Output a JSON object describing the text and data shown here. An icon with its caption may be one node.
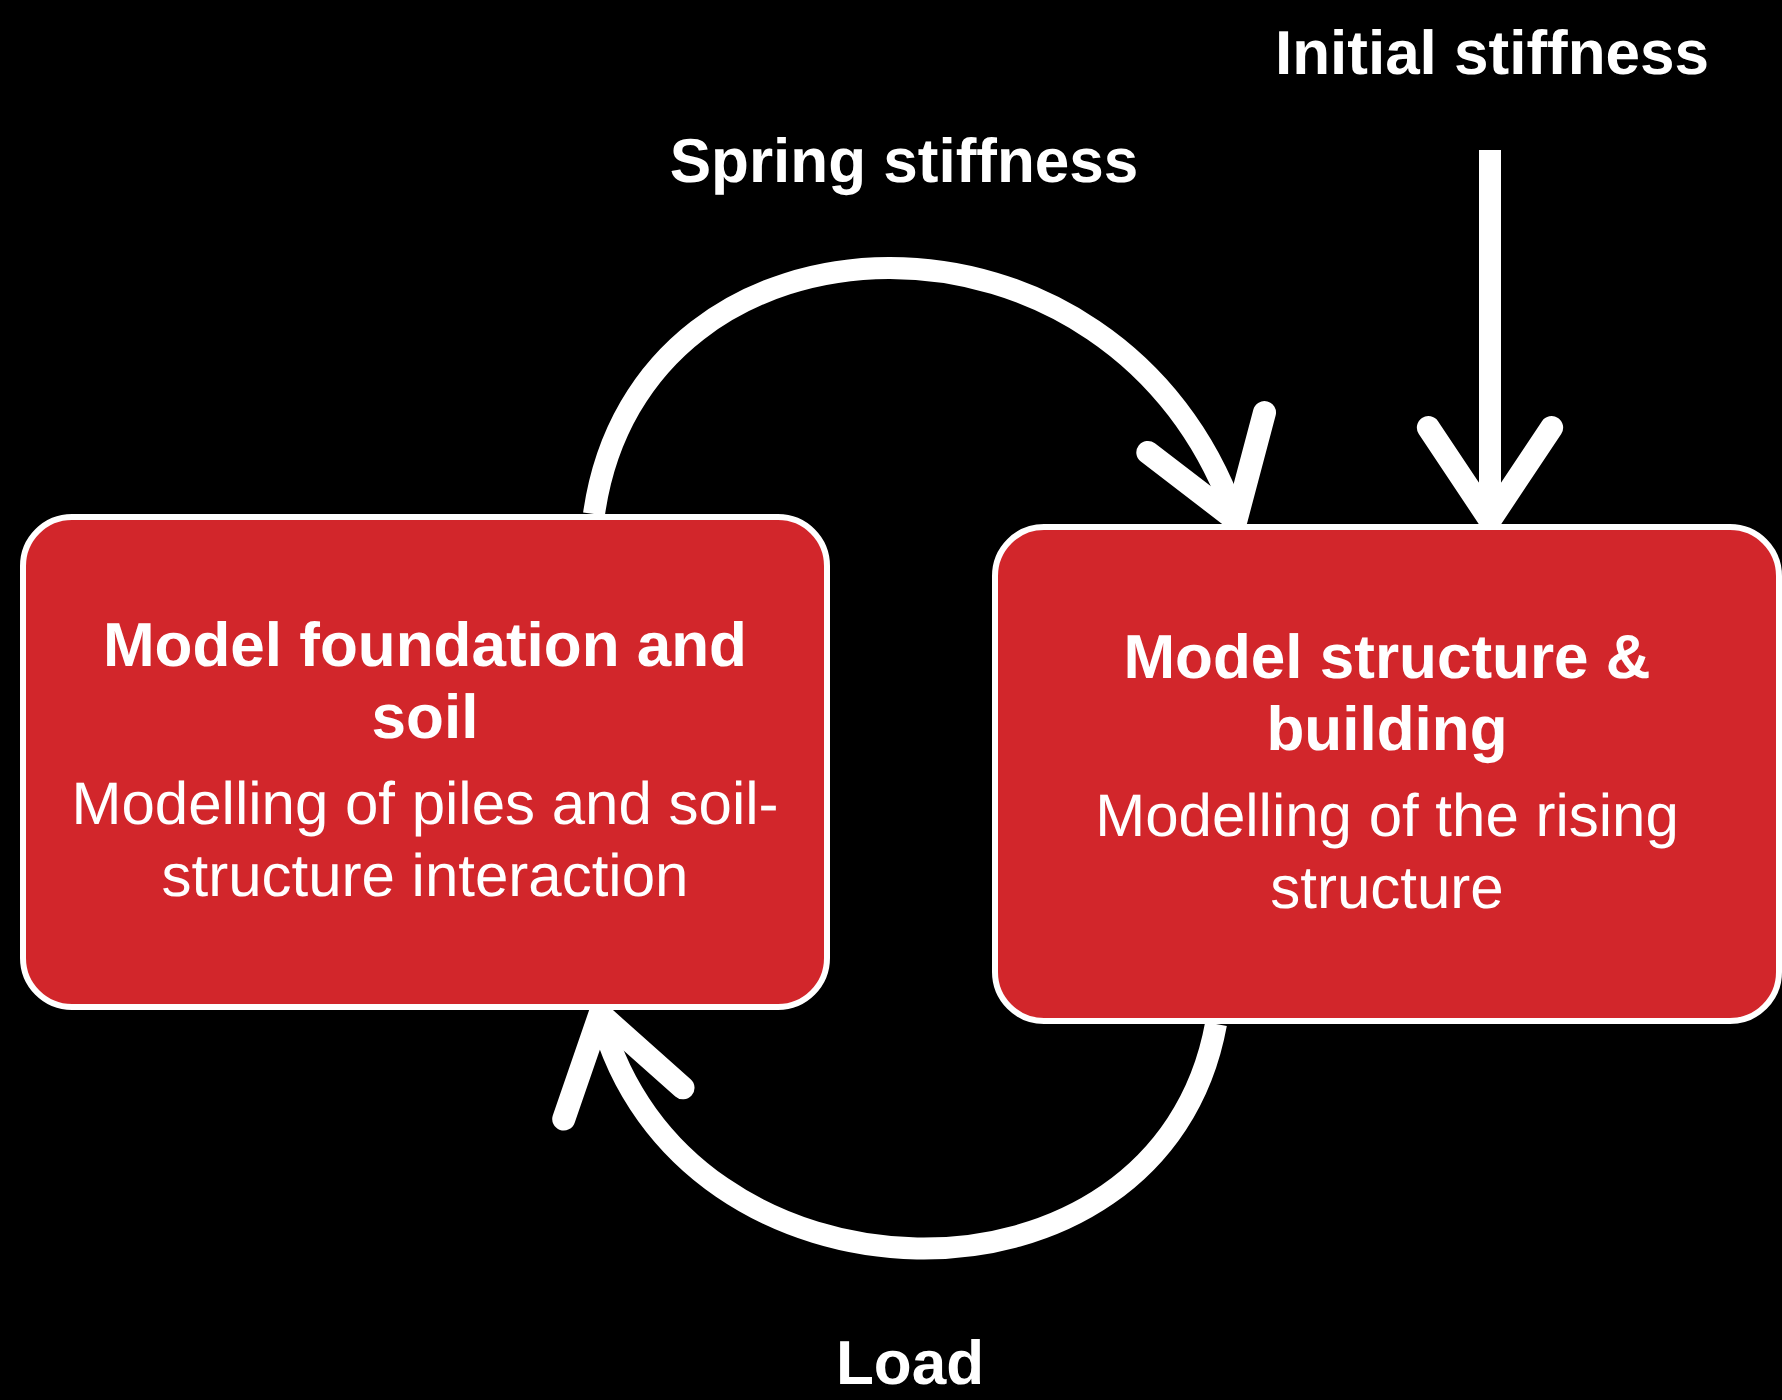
{
  "diagram": {
    "nodes": [
      {
        "text": [
          "Model foundation and soil",
          "Modelling of piles and soil-structure interaction"
        ]
      },
      {
        "text": [
          "Model structure & building",
          "Modelling of the rising structure"
        ]
      },
      {
        "text": [
          "Initial stiffness"
        ]
      }
    ],
    "edges": [
      {
        "from": 0,
        "to": 1,
        "arrow": "to",
        "label": "Spring stiffness"
      },
      {
        "from": 1,
        "to": 0,
        "arrow": "to",
        "label": "Load"
      },
      {
        "from": 2,
        "to": 1,
        "arrow": "to"
      }
    ]
  }
}
